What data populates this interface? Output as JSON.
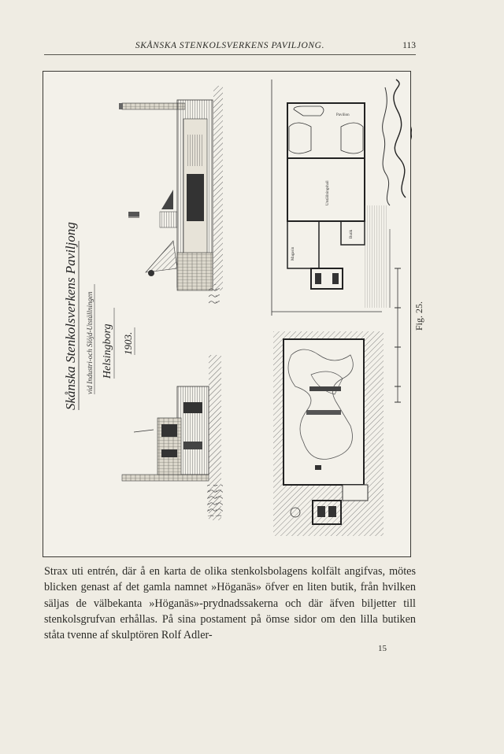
{
  "header": {
    "running_title": "SKÅNSKA STENKOLSVERKENS PAVILJONG.",
    "page_number": "113"
  },
  "plate": {
    "title_main": "Skånska Stenkolsverkens Paviljong",
    "title_sub": "vid Industri-och Slöjd-Utställningen",
    "title_place": "Helsingborg",
    "title_year": "1903.",
    "plan_labels": {
      "top_room": "Utställningshall",
      "butik": "Butik",
      "left_room": "Magasin",
      "right_room": "Pavilion"
    }
  },
  "figure_label": "Fig. 25.",
  "body": {
    "paragraph": "Strax uti entrén, där å en karta de olika stenkolsbolagens kolfält angifvas, mötes blicken genast af det gamla namnet »Höganäs» öfver en liten butik, från hvilken säljas de välbekanta »Höganäs»-prydnadssakerna och där äfven biljetter till stenkolsgrufvan erhållas. På sina postament på ömse sidor om den lilla butiken ståta tvenne af skulptören Rolf Adler-"
  },
  "signature_mark": "15"
}
